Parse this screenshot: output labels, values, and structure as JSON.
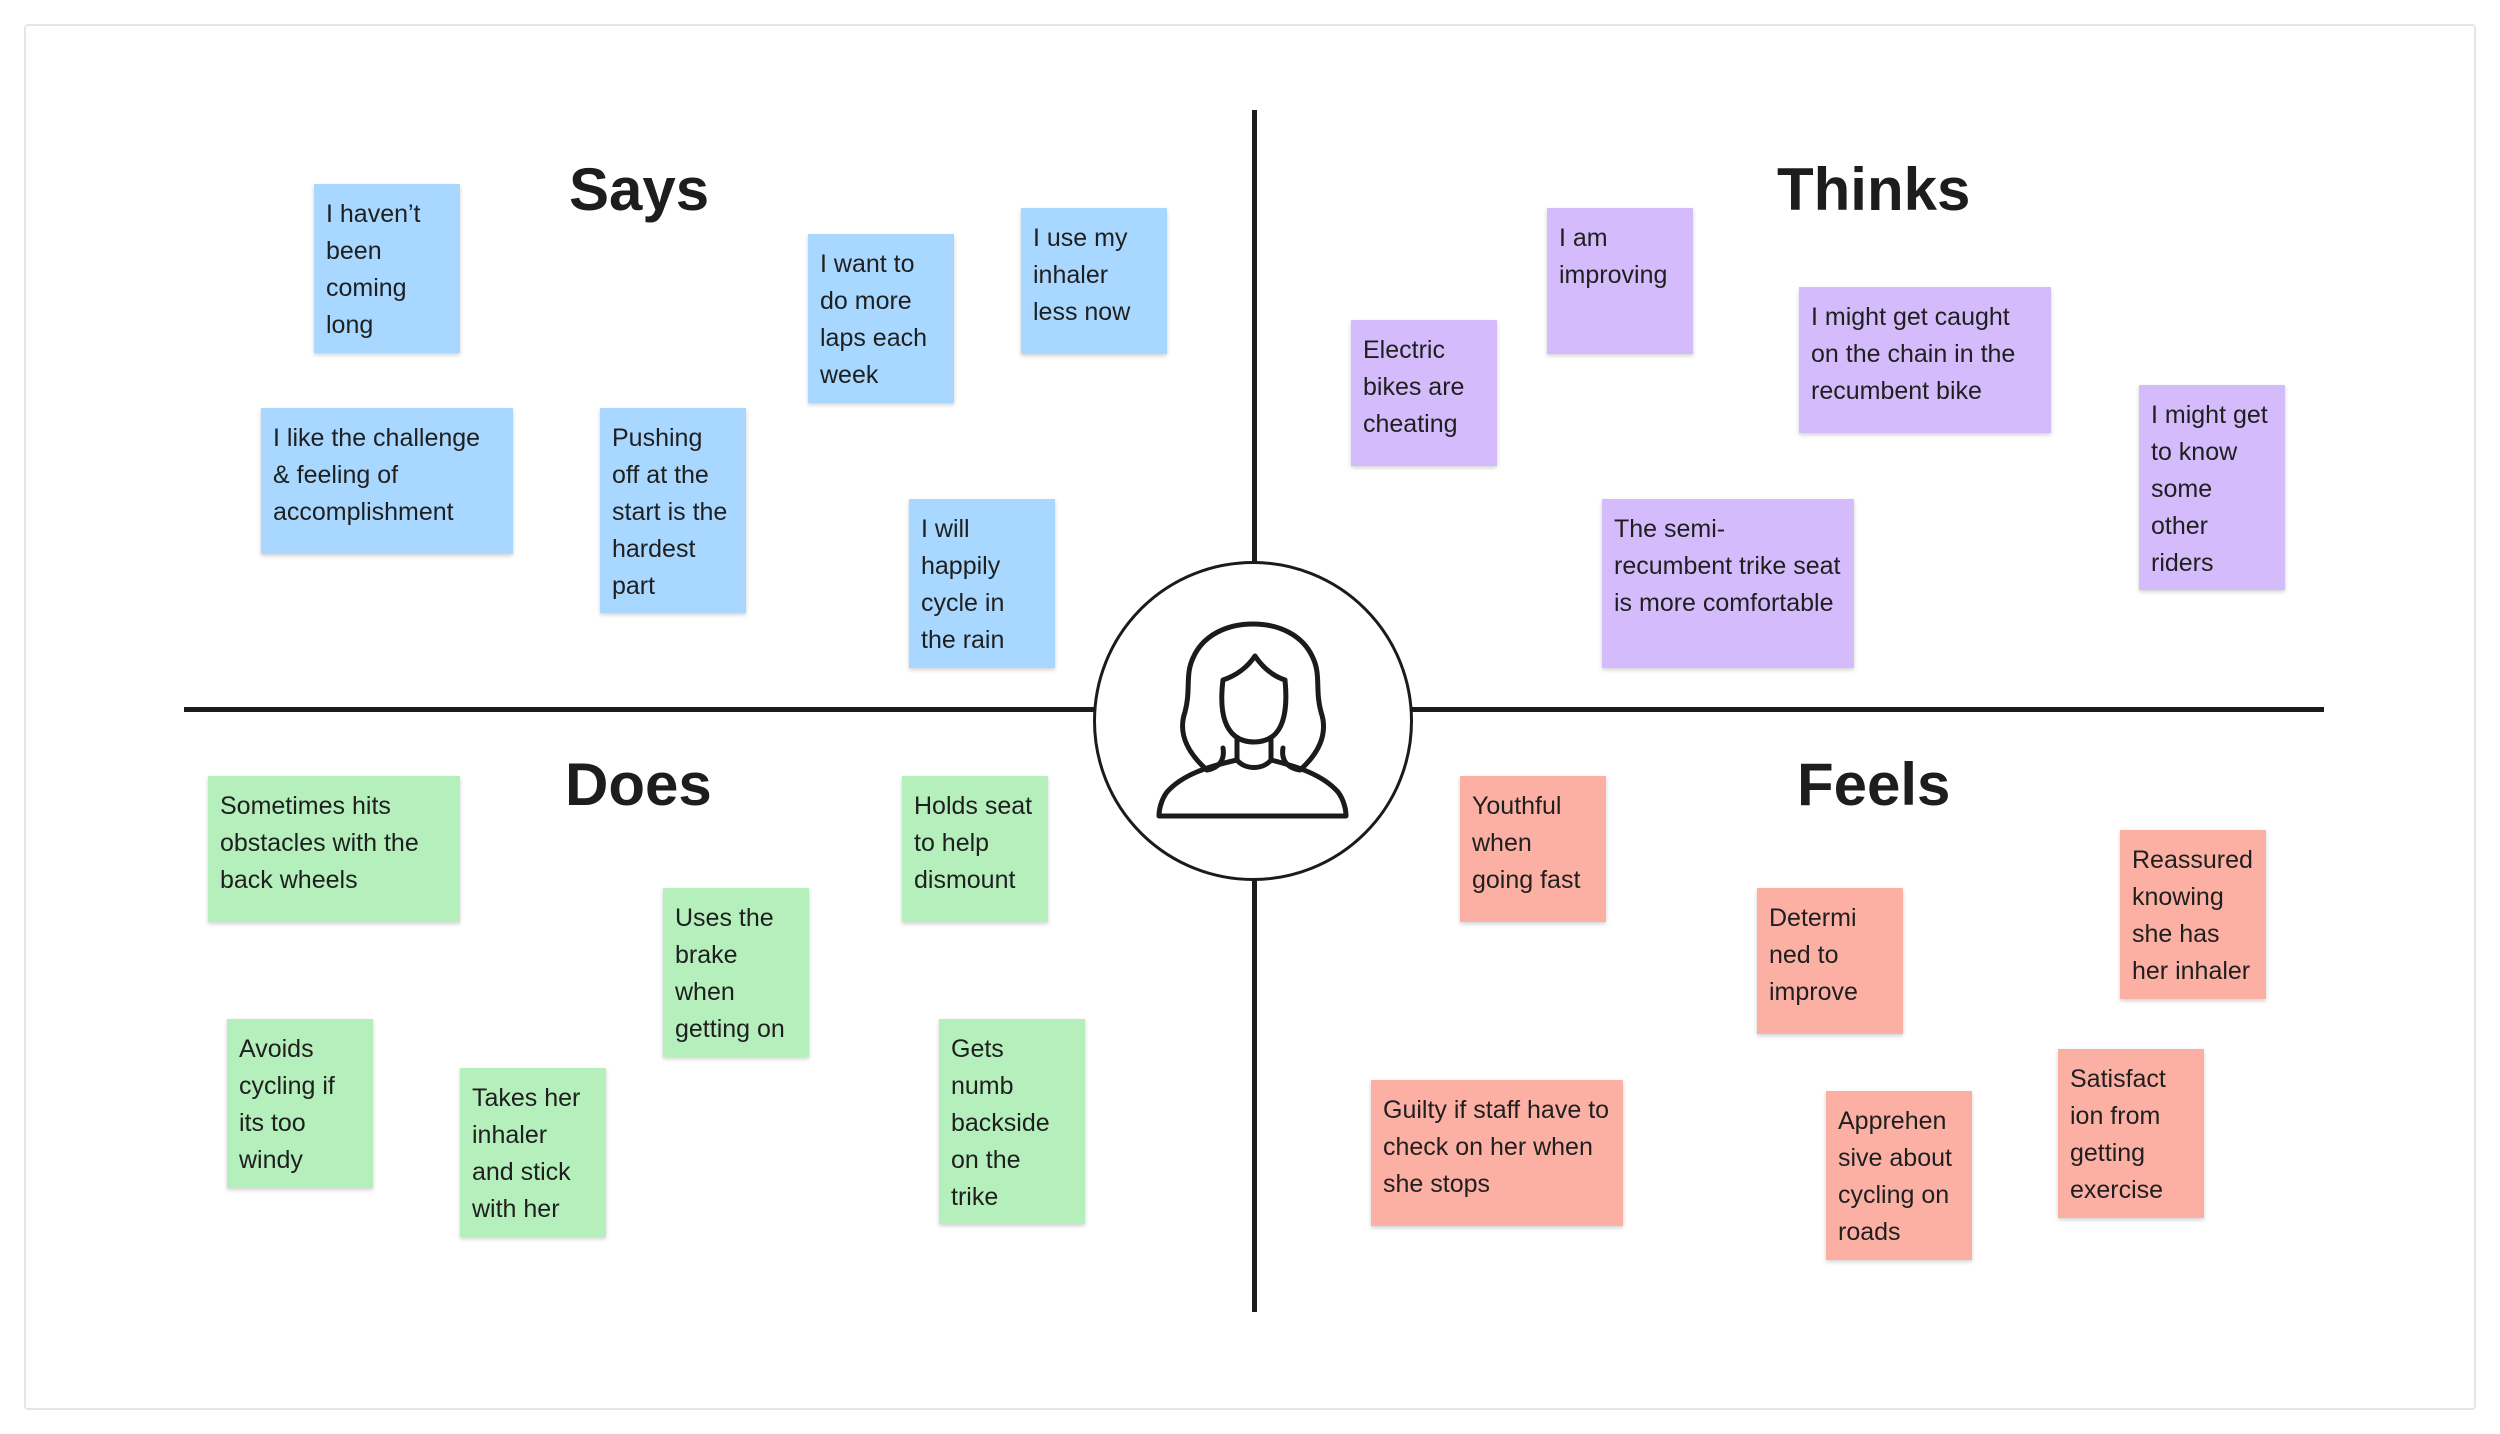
{
  "colors": {
    "says": "#a8d8ff",
    "thinks": "#d4bcfc",
    "does": "#b4efbc",
    "feels": "#fcb0a4"
  },
  "center": {
    "icon": "person-icon"
  },
  "says": {
    "heading": "Says",
    "notes": [
      "I haven’t been coming long",
      "I want to do more laps each week",
      "I use my inhaler less now",
      "I like the challenge & feeling of accomplishment",
      "Pushing off at the start is the hardest part",
      "I will happily cycle in the rain"
    ]
  },
  "thinks": {
    "heading": "Thinks",
    "notes": [
      "I am improving",
      "Electric bikes are cheating",
      "I might get caught on the chain in the recumbent bike",
      "I might get to know some other riders",
      "The semi-recumbent trike seat is more comfortable"
    ]
  },
  "does": {
    "heading": "Does",
    "notes": [
      "Sometimes hits obstacles with the back wheels",
      "Holds seat to help dismount",
      "Uses the brake when getting on",
      "Avoids cycling if its too windy",
      "Takes her inhaler and stick with her",
      "Gets numb backside on the trike"
    ]
  },
  "feels": {
    "heading": "Feels",
    "notes": [
      "Youthful when going fast",
      "Reassured knowing she has her inhaler",
      "Determi ned to improve",
      "Guilty if staff have to check on her when she stops",
      "Apprehen sive about cycling on roads",
      "Satisfact ion from getting exercise"
    ]
  }
}
